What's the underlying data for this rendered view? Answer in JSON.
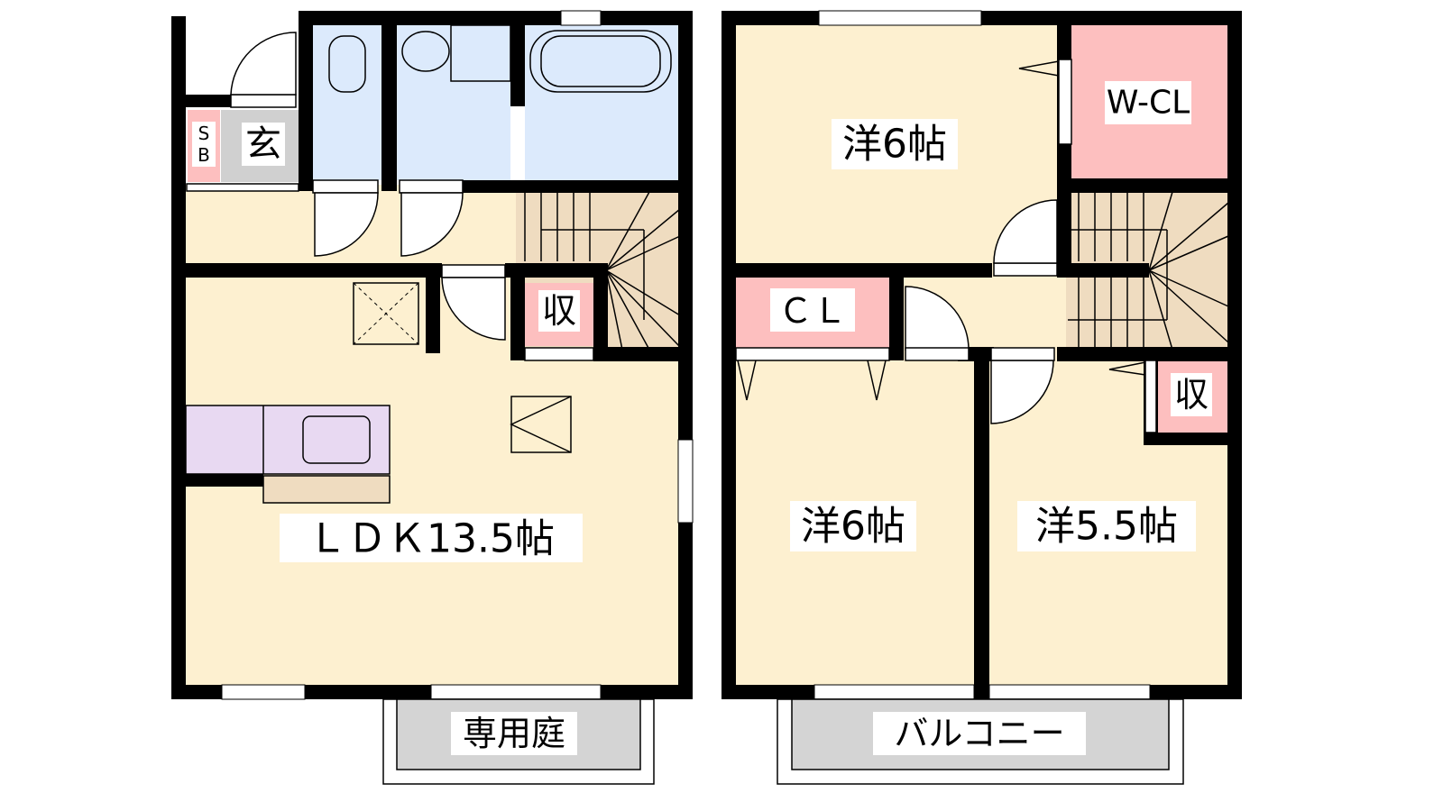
{
  "colors": {
    "floor": "#fdf0d0",
    "wet": "#dceafc",
    "storage": "#fdbfbf",
    "entrance": "#d0d0d0",
    "stairs": "#efdcc0",
    "kitchen": "#e8d9f2",
    "wall": "#000000",
    "exterior": "#d4d4d4"
  },
  "floor1": {
    "ldk": "ＬＤＫ13.5帖",
    "entrance": "玄",
    "shoe_box": "SB",
    "storage": "収",
    "garden": "専用庭"
  },
  "floor2": {
    "western_top": "洋6帖",
    "walk_in_closet": "W-CL",
    "closet": "ＣＬ",
    "western_left": "洋6帖",
    "western_right": "洋5.5帖",
    "storage": "収",
    "balcony": "バルコニー"
  }
}
